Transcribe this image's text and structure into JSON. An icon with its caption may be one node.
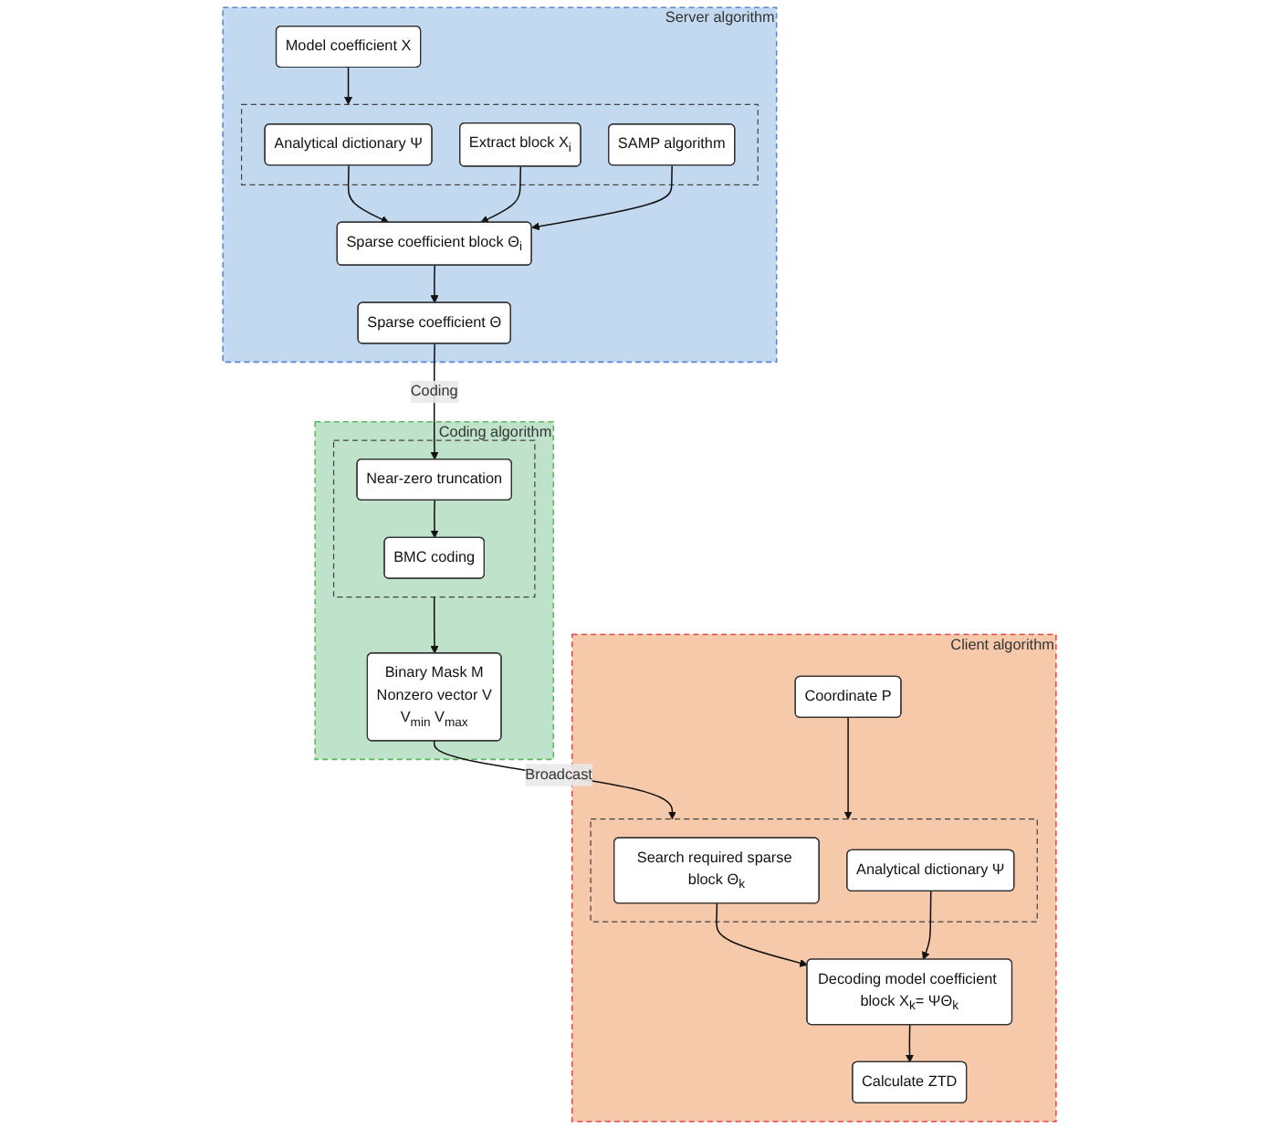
{
  "diagram": {
    "nodes": [
      {
        "text": [
          "Server algorithm"
        ]
      },
      {
        "text": [
          "Model coefficient X"
        ],
        "in": 0
      },
      {
        "text": [],
        "shape": "box",
        "in": 0
      },
      {
        "text": [
          "Analytical dictionary Ψ"
        ],
        "in": 2
      },
      {
        "text": [
          "Extract block X$_{i}$"
        ],
        "in": 2
      },
      {
        "text": [
          "SAMP algorithm"
        ],
        "in": 2
      },
      {
        "text": [
          "Sparse coefficient block Θ$_{i}$"
        ],
        "in": 0
      },
      {
        "text": [
          "Sparse coefficient Θ"
        ],
        "in": 0
      },
      {
        "text": [
          "Coding algorithm"
        ]
      },
      {
        "text": [
          "Binary Mask M",
          "Nonzero vector V",
          "V$_{min}$ V$_{max}$"
        ],
        "in": 8
      },
      {
        "text": [],
        "shape": "box",
        "in": 8
      },
      {
        "text": [
          "BMC coding"
        ],
        "in": 10
      },
      {
        "text": [
          "Near-zero truncation"
        ],
        "in": 10
      },
      {
        "text": [
          "Client algorithm"
        ]
      },
      {
        "text": [
          "Coordinate P"
        ],
        "in": 13
      },
      {
        "text": [],
        "shape": "box",
        "in": 13
      },
      {
        "text": [
          "Search required sparse block Θ$_{k}$"
        ],
        "in": 15
      },
      {
        "text": [
          "Analytical dictionary Ψ"
        ],
        "in": 15
      },
      {
        "text": [
          "Decoding model coefficient block X$_{k}$= ΨΘ$_{k}$"
        ],
        "in": 13
      },
      {
        "text": [
          "Calculate ZTD"
        ],
        "in": 13
      }
    ],
    "edges": [
      {
        "from": 1,
        "to": 2,
        "arrow": "to"
      },
      {
        "from": 3,
        "to": 6,
        "arrow": "to"
      },
      {
        "from": 4,
        "to": 6,
        "arrow": "to"
      },
      {
        "from": 5,
        "to": 6,
        "arrow": "to"
      },
      {
        "from": 6,
        "to": 7,
        "arrow": "to"
      },
      {
        "from": 7,
        "to": 12,
        "arrow": "to",
        "label": "Coding"
      },
      {
        "from": 12,
        "to": 11,
        "arrow": "to"
      },
      {
        "from": 10,
        "to": 9,
        "arrow": "to"
      },
      {
        "from": 9,
        "to": 15,
        "arrow": "to",
        "label": "Broadcast"
      },
      {
        "from": 14,
        "to": 15,
        "arrow": "to"
      },
      {
        "from": 16,
        "to": 18,
        "arrow": "to"
      },
      {
        "from": 17,
        "to": 18,
        "arrow": "to"
      },
      {
        "from": 18,
        "to": 19,
        "arrow": "to"
      }
    ]
  }
}
